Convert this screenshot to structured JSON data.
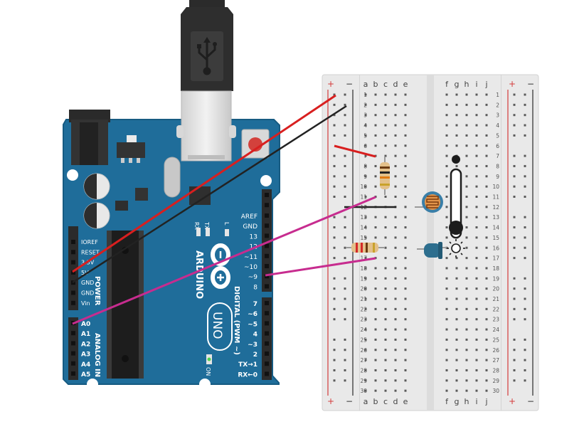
{
  "arduino": {
    "brand": "ARDUINO",
    "model": "UNO",
    "on_label": "ON",
    "tx_label": "TX",
    "rx_label": "RX",
    "l_label": "L",
    "reset_label": "RESET",
    "power_title": "POWER",
    "analog_title": "ANALOG IN",
    "digital_title": "DIGITAL (PWM ~)",
    "power_pins": [
      "IOREF",
      "RESET",
      "3.3V",
      "5V",
      "GND",
      "GND",
      "Vin"
    ],
    "analog_pins": [
      "A0",
      "A1",
      "A2",
      "A3",
      "A4",
      "A5"
    ],
    "digital_upper": [
      "AREF",
      "GND",
      "13",
      "12",
      "~11",
      "~10",
      "~9",
      "8"
    ],
    "digital_lower": [
      "7",
      "~6",
      "~5",
      "4",
      "~3",
      "2",
      "TX→1",
      "RX←0"
    ]
  },
  "breadboard": {
    "rail_plus": "+",
    "rail_minus": "−",
    "columns_left": [
      "a",
      "b",
      "c",
      "d",
      "e"
    ],
    "columns_right": [
      "f",
      "g",
      "h",
      "i",
      "j"
    ],
    "row_count": 30
  },
  "colors": {
    "board": "#1f6d9a",
    "board_edge": "#155a82",
    "silk": "#ffffff",
    "breadboard": "#e9e9e9",
    "wire_red": "#d81f1f",
    "wire_black": "#222222",
    "wire_magenta": "#c72c8f",
    "led": "#2d6e8e"
  },
  "icons": [
    "usb-icon",
    "arduino-infinity-logo",
    "light-bulb-icon"
  ]
}
